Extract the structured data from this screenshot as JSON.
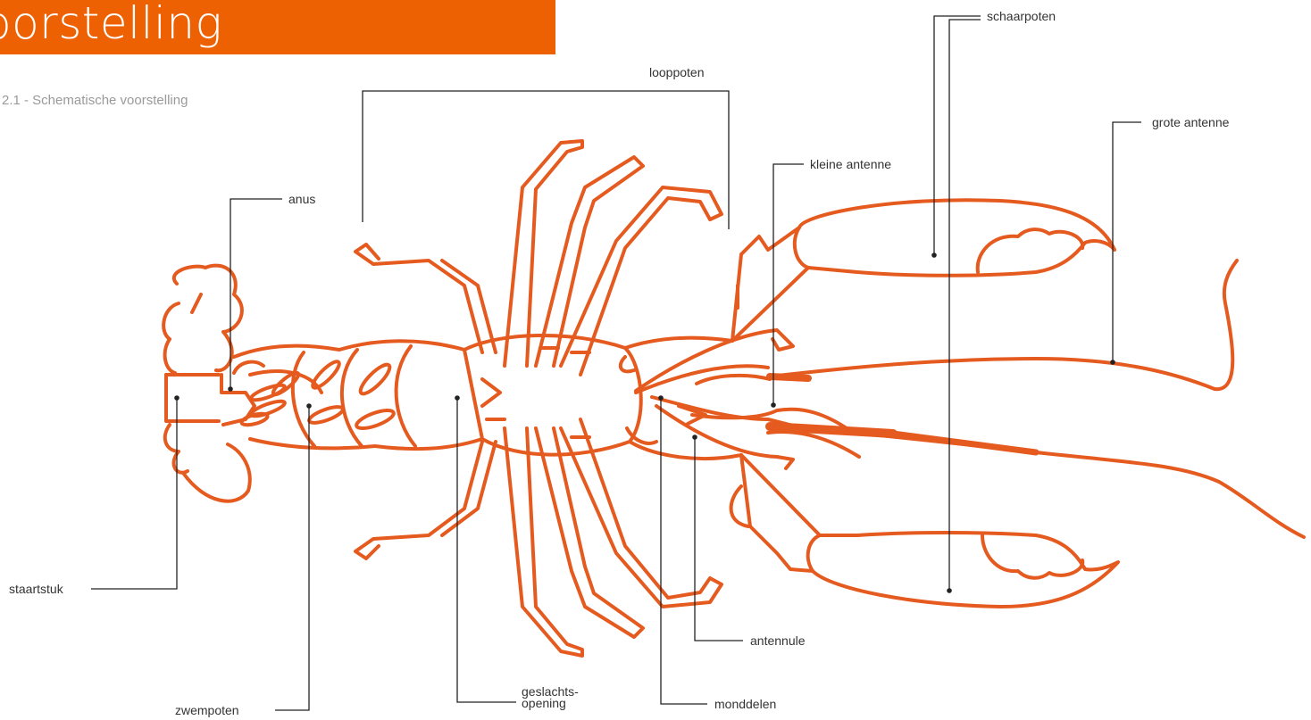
{
  "header": {
    "title": "oorstelling"
  },
  "caption": "2.1 - Schematische voorstelling",
  "labels": {
    "schaarpoten": "schaarpoten",
    "looppoten": "looppoten",
    "grote_antenne": "grote antenne",
    "kleine_antenne": "kleine antenne",
    "anus": "anus",
    "staartstuk": "staartstuk",
    "zwempoten": "zwempoten",
    "geslachtsopening_1": "geslachts-",
    "geslachtsopening_2": "opening",
    "monddelen": "monddelen",
    "antennule": "antennule"
  },
  "colors": {
    "accent": "#ee6103",
    "lobster": "#e55a1f",
    "leader": "#222222",
    "caption": "#9a9a9a"
  }
}
